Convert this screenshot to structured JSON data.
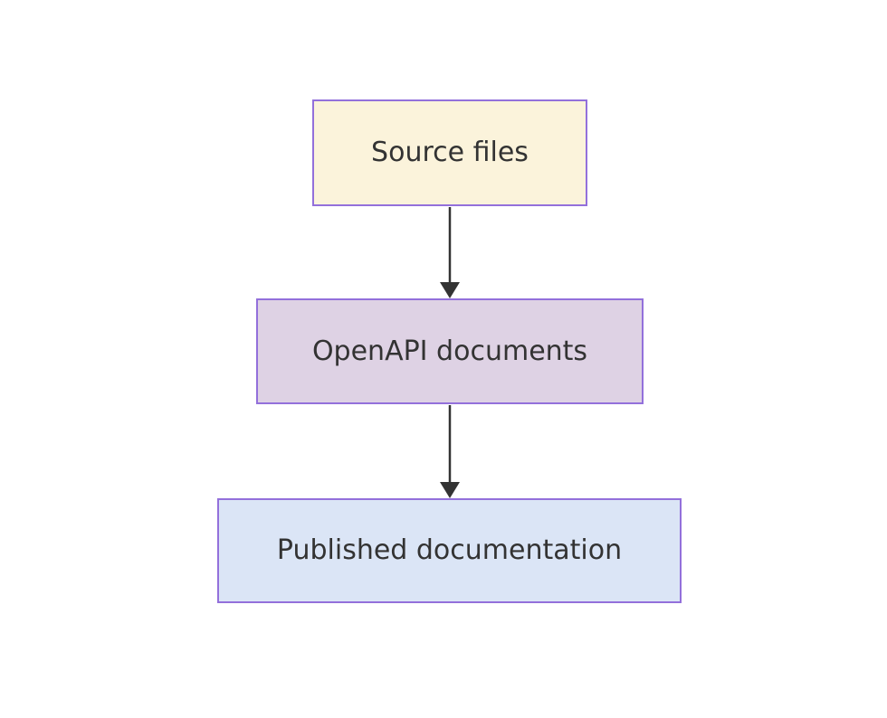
{
  "diagram": {
    "type": "flowchart",
    "direction": "top-down",
    "nodes": [
      {
        "id": "source",
        "label": "Source files",
        "fill": "#FBF3DB",
        "border": "#9370DB"
      },
      {
        "id": "openapi",
        "label": "OpenAPI documents",
        "fill": "#DED2E4",
        "border": "#9370DB"
      },
      {
        "id": "published",
        "label": "Published documentation",
        "fill": "#DBE5F6",
        "border": "#9370DB"
      }
    ],
    "edges": [
      {
        "from": "source",
        "to": "openapi"
      },
      {
        "from": "openapi",
        "to": "published"
      }
    ],
    "colors": {
      "background": "#FFFFFF",
      "text": "#333333",
      "arrow": "#333333"
    }
  }
}
